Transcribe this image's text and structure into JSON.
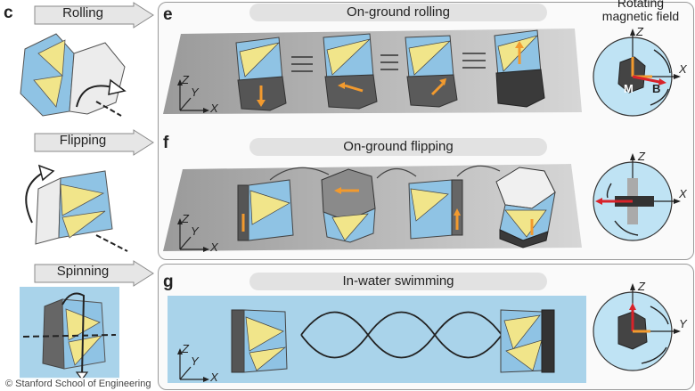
{
  "labels": {
    "c": "c",
    "e": "e",
    "f": "f",
    "g": "g"
  },
  "motions": {
    "rolling": "Rolling",
    "flipping": "Flipping",
    "spinning": "Spinning"
  },
  "panels": {
    "e_title": "On-ground rolling",
    "f_title": "On-ground flipping",
    "g_title": "In-water swimming"
  },
  "field": {
    "title_line1": "Rotating",
    "title_line2": "magnetic field",
    "m_label": "M",
    "b_label": "B"
  },
  "axes": {
    "x": "X",
    "y": "Y",
    "z": "Z"
  },
  "credit": "© Stanford School of Engineering",
  "colors": {
    "blue": "#8fc3e4",
    "yellow": "#f1e58a",
    "orange": "#f29a2e",
    "red": "#d8232a",
    "sphere": "#bfe3f4",
    "water": "#a9d3ea"
  }
}
